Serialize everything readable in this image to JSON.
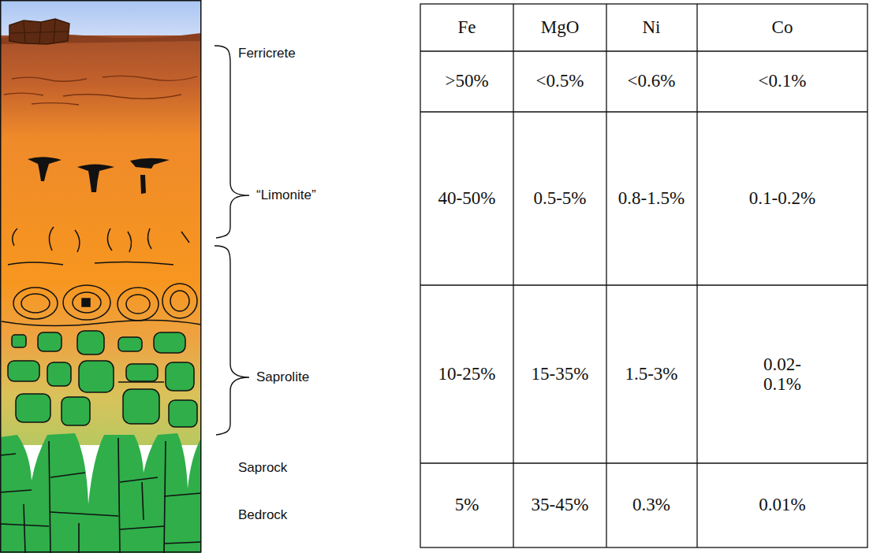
{
  "diagram": {
    "labels": [
      "Ferricrete",
      "“Limonite”",
      "Saprolite",
      "Saprock",
      "Bedrock",
      "Fe",
      "MgO",
      "Ni",
      "Co",
      ">50%",
      "<0.5%",
      "<0.6%",
      "<0.1%",
      "40-50%",
      "0.5-5%",
      "0.8-1.5%",
      "0.1-0.2%",
      "10-25%",
      "15-35%",
      "1.5-3%",
      "0.02-0.1%",
      "5%",
      "35-45%",
      "0.3%",
      "0.01%"
    ]
  }
}
